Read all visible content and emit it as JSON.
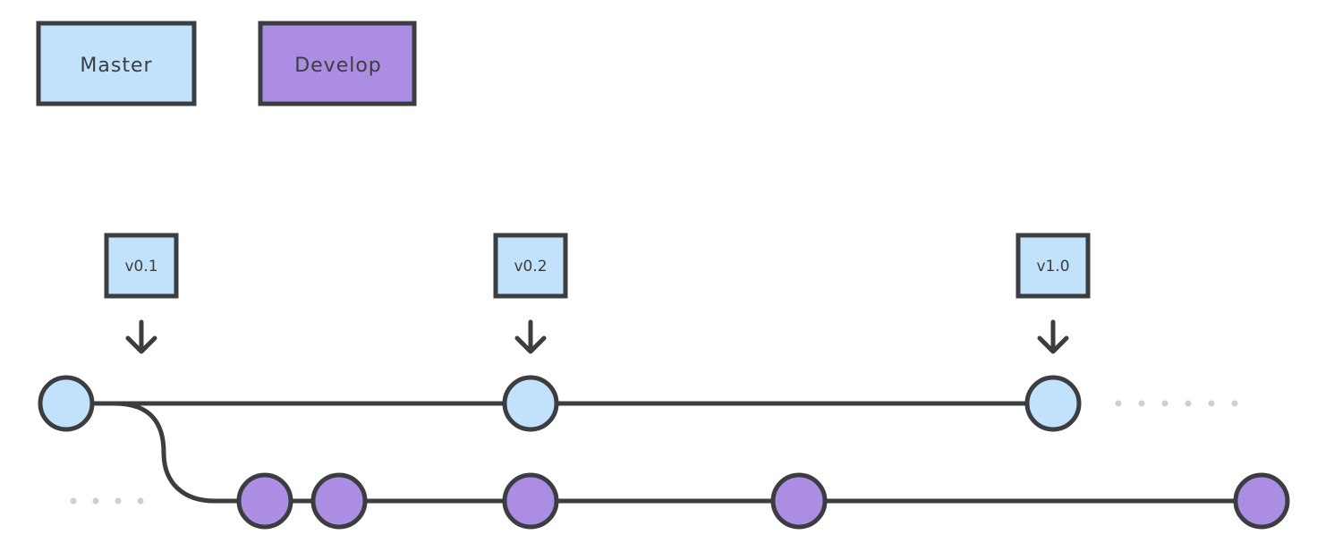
{
  "legend": {
    "master_label": "Master",
    "develop_label": "Develop"
  },
  "colors": {
    "master": "#c1e2fa",
    "develop": "#ab8ee3",
    "stroke": "#3b3d40",
    "dots": "#cfcfcf"
  },
  "tags": [
    {
      "label": "v0.1"
    },
    {
      "label": "v0.2"
    },
    {
      "label": "v1.0"
    }
  ],
  "icons": {
    "tag_pointer": "arrow-down-icon",
    "continuation": "ellipsis-dots-icon"
  }
}
